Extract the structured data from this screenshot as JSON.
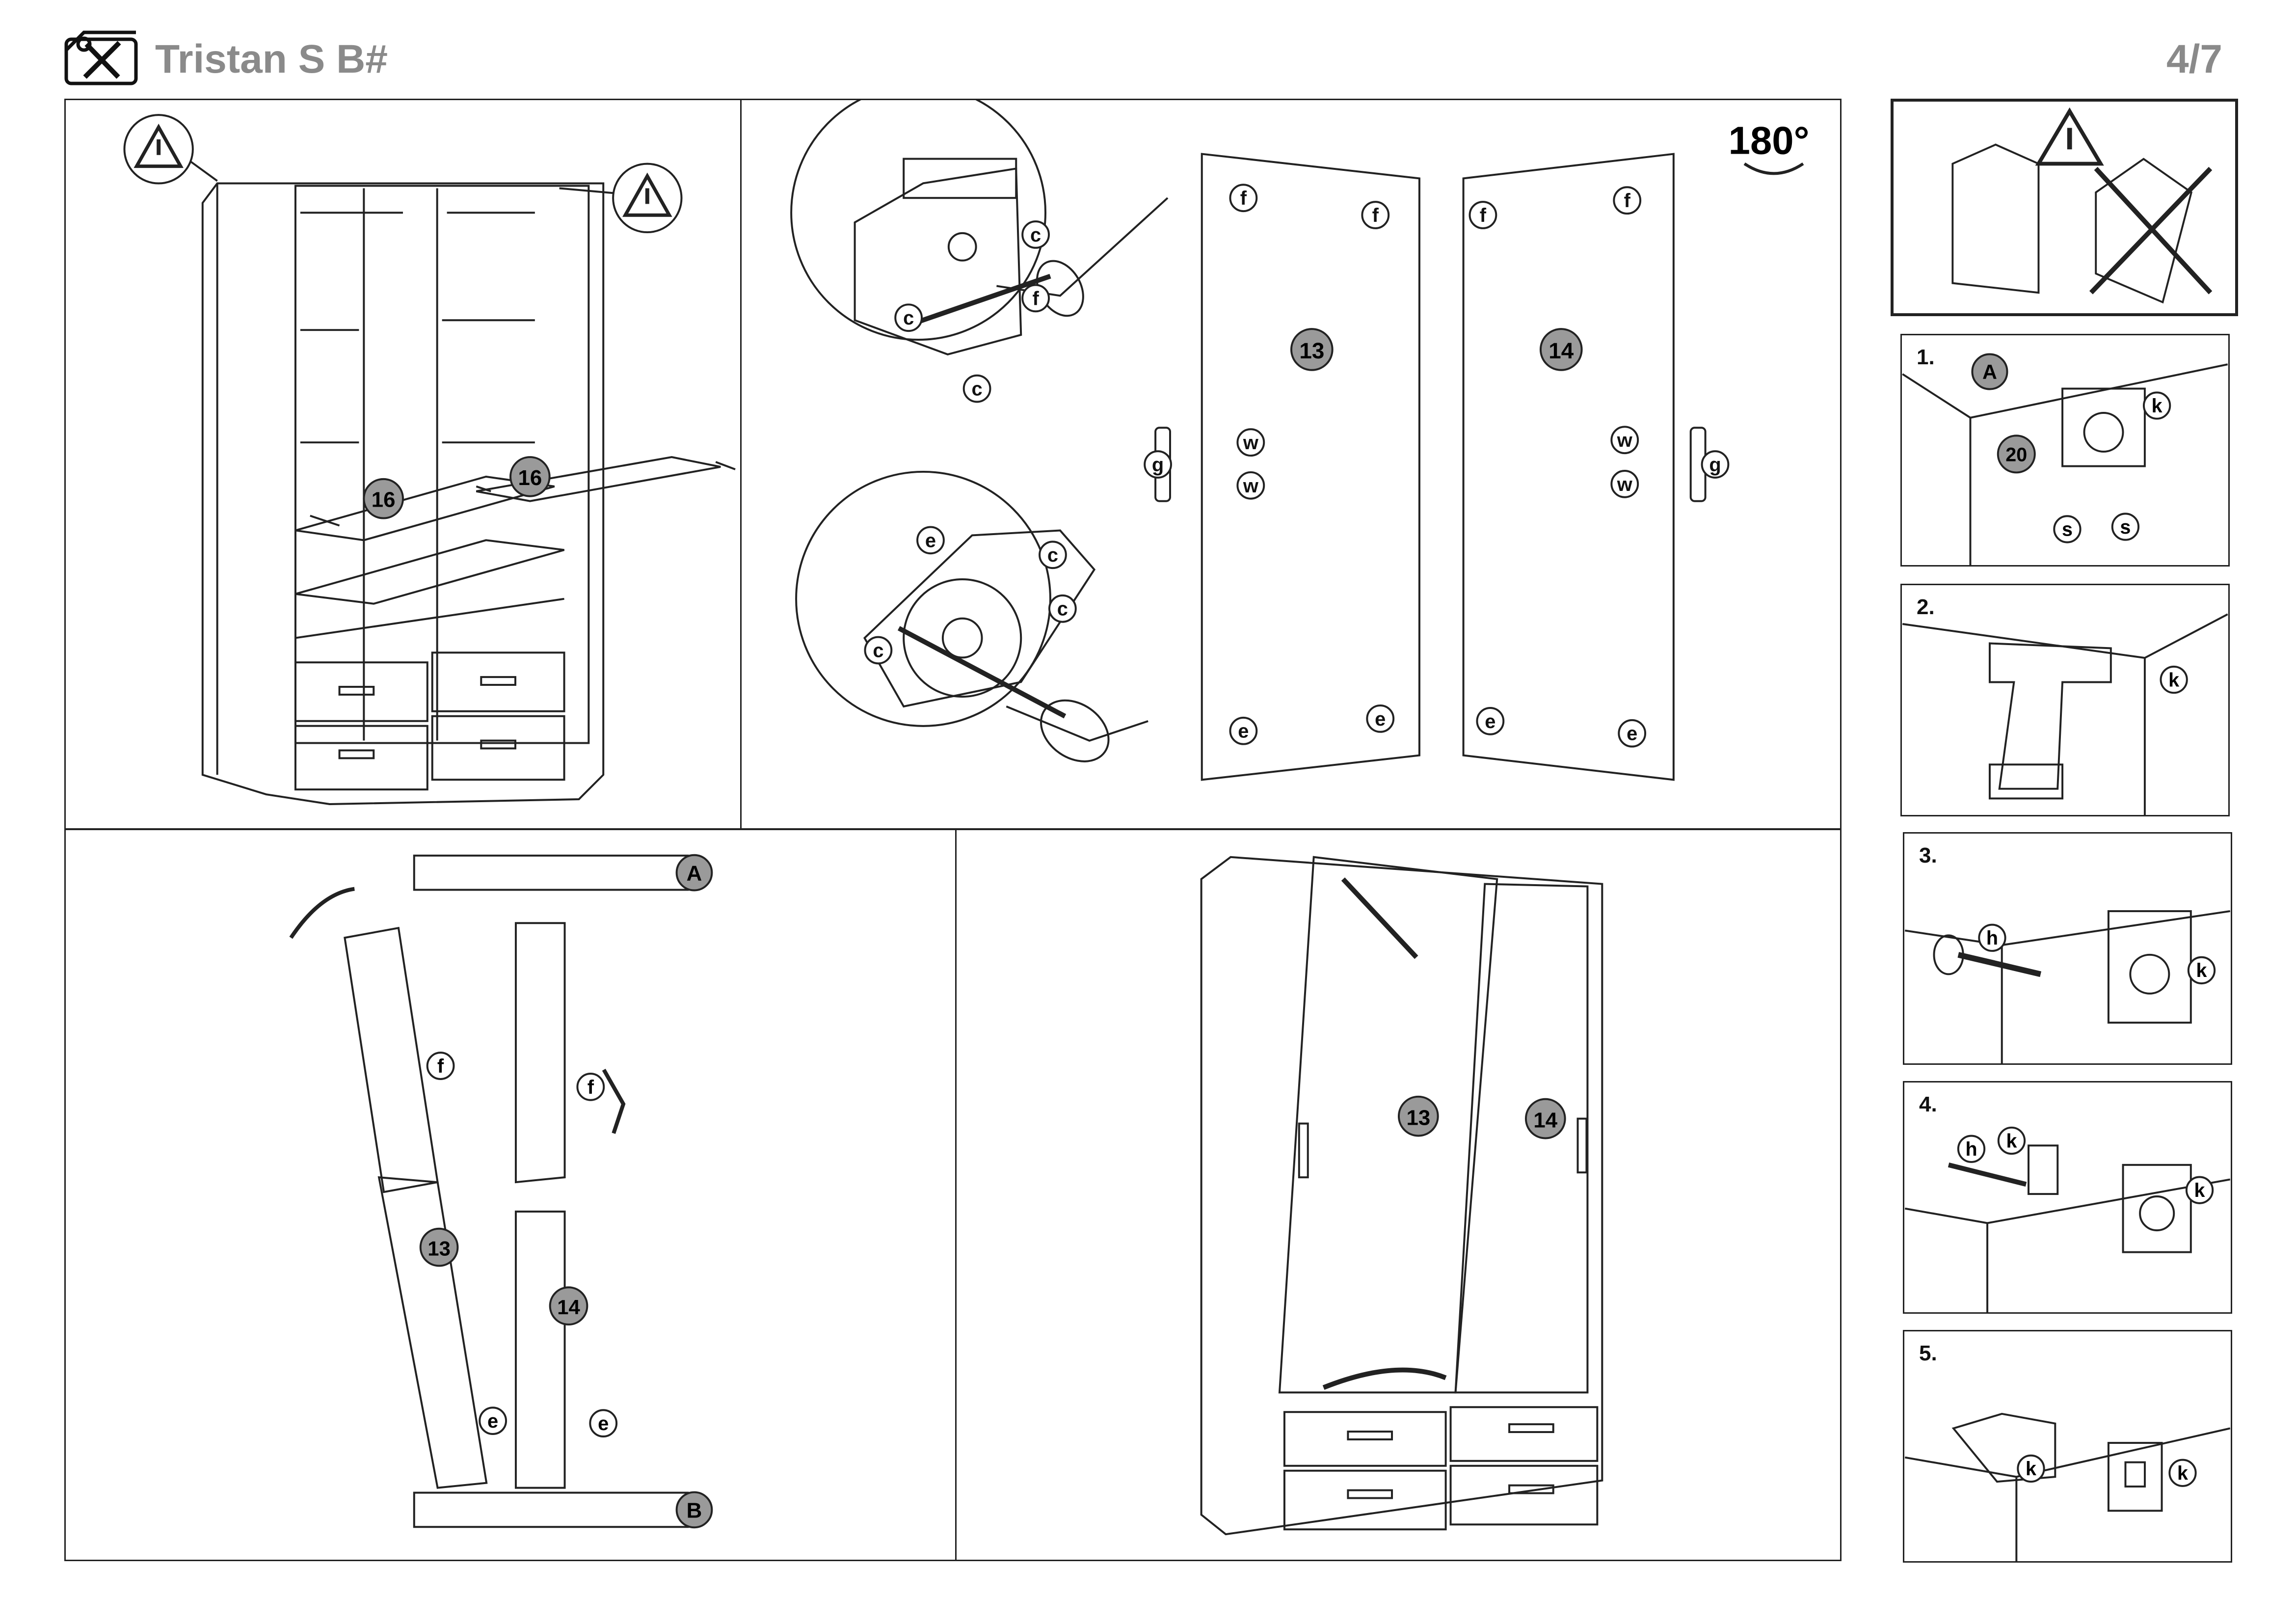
{
  "header": {
    "title": "Tristan S B#",
    "page": "4/7"
  },
  "panels": {
    "p1": {
      "part_labels": [
        "16",
        "16"
      ]
    },
    "p2": {
      "rotation": "180°",
      "panel_labels": [
        "13",
        "14"
      ],
      "letters": {
        "f": "f",
        "c": "c",
        "e": "e",
        "g": "g",
        "w": "w"
      }
    },
    "p3": {
      "rail_labels": [
        "A",
        "B"
      ],
      "panel_labels": [
        "13",
        "14"
      ],
      "letters": {
        "f": "f",
        "e": "e"
      }
    },
    "p4": {
      "panel_labels": [
        "13",
        "14"
      ]
    }
  },
  "side_steps": [
    {
      "num": "1.",
      "labels": [
        "A",
        "20",
        "k",
        "s",
        "s"
      ]
    },
    {
      "num": "2.",
      "labels": [
        "k"
      ]
    },
    {
      "num": "3.",
      "labels": [
        "h",
        "k"
      ]
    },
    {
      "num": "4.",
      "labels": [
        "h",
        "k",
        "k"
      ]
    },
    {
      "num": "5.",
      "labels": [
        "k",
        "k"
      ]
    }
  ],
  "colors": {
    "badge_gray": "#9a9a9a",
    "line": "#222222",
    "header_gray": "#8a8a8a"
  }
}
